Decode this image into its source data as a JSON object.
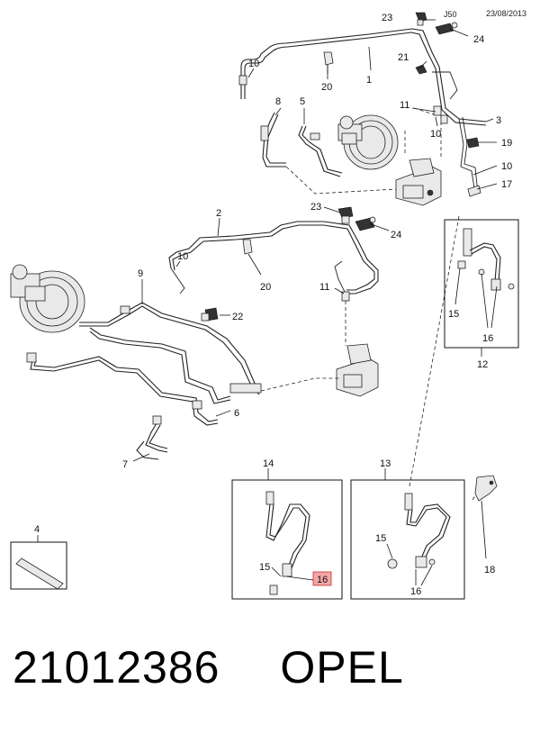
{
  "header": {
    "code": "J50",
    "date": "23/08/2013"
  },
  "callouts": {
    "c1": "1",
    "c2": "2",
    "c3": "3",
    "c4": "4",
    "c5": "5",
    "c6": "6",
    "c7": "7",
    "c8": "8",
    "c9": "9",
    "c10a": "10",
    "c10b": "10",
    "c10c": "10",
    "c10d": "10",
    "c11a": "11",
    "c11b": "11",
    "c12": "12",
    "c13": "13",
    "c14": "14",
    "c15a": "15",
    "c15b": "15",
    "c15c": "15",
    "c16a": "16",
    "c16b": "16",
    "c16c": "16",
    "c17": "17",
    "c18": "18",
    "c19": "19",
    "c20a": "20",
    "c20b": "20",
    "c21": "21",
    "c22": "22",
    "c23a": "23",
    "c23b": "23",
    "c24a": "24",
    "c24b": "24"
  },
  "highlight": {
    "color": "#f4a6a6",
    "stroke": "#c03030"
  },
  "footer": {
    "part_number": "21012386",
    "brand": "OPEL"
  }
}
